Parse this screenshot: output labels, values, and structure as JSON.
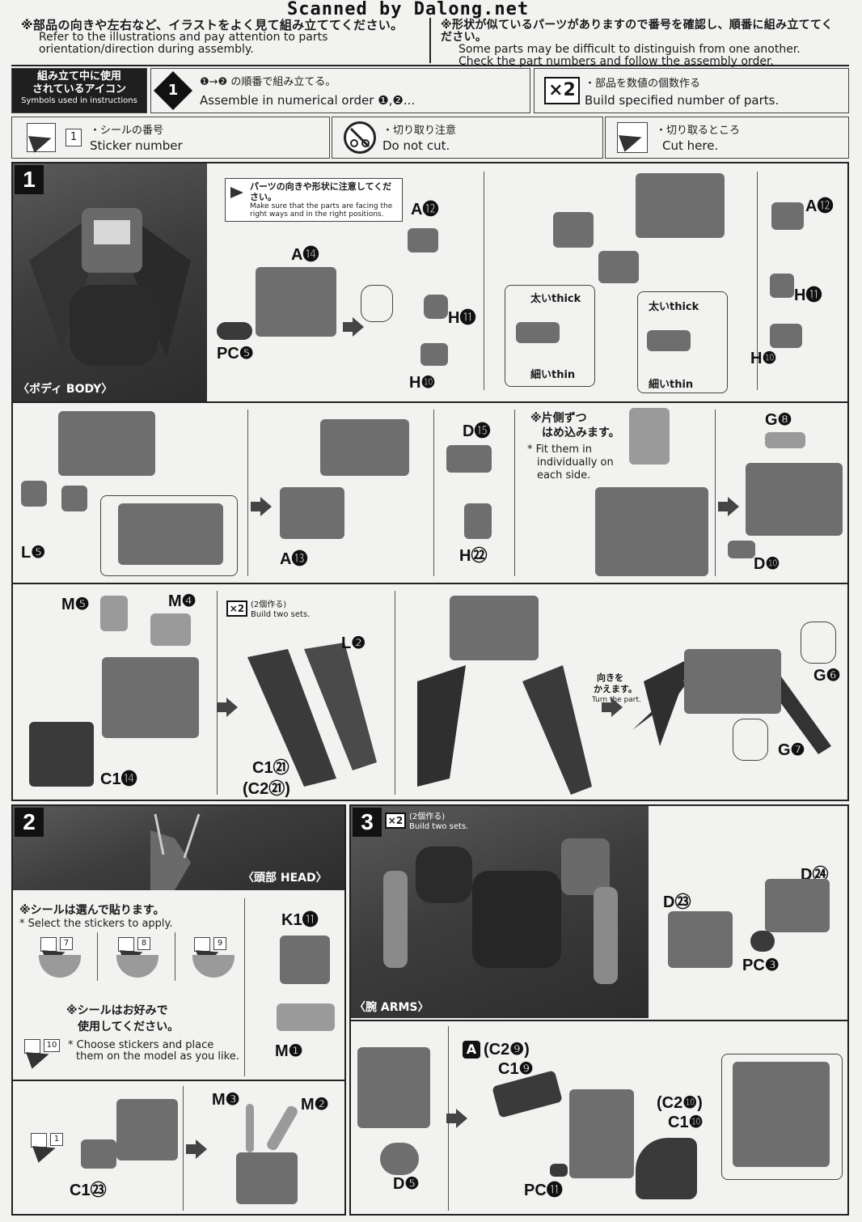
{
  "watermark": "Scanned by Dalong.net",
  "header": {
    "left_jp": "※部品の向きや左右など、イラストをよく見て組み立ててください。",
    "left_en_1": "Refer to the illustrations and pay attention to parts",
    "left_en_2": "orientation/direction during assembly.",
    "right_jp": "※形状が似ているパーツがありますので番号を確認し、順番に組み立ててください。",
    "right_en_1": "Some parts may be difficult to distinguish from one another.",
    "right_en_2": "Check the part numbers and follow the assembly order."
  },
  "legend": {
    "title_jp_1": "組み立て中に使用",
    "title_jp_2": "されているアイコン",
    "title_en": "Symbols used in instructions",
    "order_num": "1",
    "order_jp": "❶→❷ の順番で組み立てる。",
    "order_en": "Assemble in numerical order ❶,❷...",
    "x2_badge": "×2",
    "x2_jp": "・部品を数値の個数作る",
    "x2_en": "Build specified number of parts.",
    "sticker_num": "1",
    "sticker_jp": "・シールの番号",
    "sticker_en": "Sticker number",
    "nocut_jp": "・切り取り注意",
    "nocut_en": "Do not cut.",
    "cut_jp": "・切り取るところ",
    "cut_en": "Cut here."
  },
  "step1": {
    "number": "1",
    "photo_label": "〈ボディ BODY〉",
    "warn_jp": "パーツの向きや形状に注意してください。",
    "warn_en_1": "Make sure that the parts are facing the",
    "warn_en_2": "right ways and in the right positions.",
    "labels": {
      "A14": "A⓮",
      "PC5": "PC❺",
      "A12": "A⓬",
      "H11": "H⓫",
      "H10": "H❿",
      "A12b": "A⓬",
      "H11b": "H⓫",
      "H10b": "H❿",
      "thick": "太いthick",
      "thin": "細いthin",
      "thick2": "太いthick",
      "thin2": "細いthin",
      "L5": "L❺",
      "A13": "A⓭",
      "D15": "D⓯",
      "H22": "H㉒",
      "G8": "G❽",
      "D10": "D❿",
      "M5": "M❺",
      "M4": "M❹",
      "C114": "C1⓮",
      "L2": "L❷",
      "C121": "C1㉑",
      "C221": "(C2㉑)",
      "G6": "G❻",
      "G7": "G❼"
    },
    "side_jp_1": "※片側ずつ",
    "side_jp_2": "はめ込みます。",
    "side_en_1": "* Fit them in",
    "side_en_2": "individually on",
    "side_en_3": "each side.",
    "x2_badge": "×2",
    "x2_jp": "(2個作る)",
    "x2_en": "Build two sets.",
    "turn_jp_1": "向きを",
    "turn_jp_2": "かえます。",
    "turn_en": "Turn the part."
  },
  "step2": {
    "number": "2",
    "photo_label": "〈頭部 HEAD〉",
    "sel_jp": "※シールは選んで貼ります。",
    "sel_en": "* Select the stickers to apply.",
    "stickers": [
      "7",
      "8",
      "9"
    ],
    "opt_jp_1": "※シールはお好みで",
    "opt_jp_2": "使用してください。",
    "opt_sticker": "10",
    "opt_en_1": "* Choose stickers and place",
    "opt_en_2": "them on the model as you like.",
    "sub_sticker": "1",
    "labels": {
      "K111": "K1⓫",
      "M1": "M❶",
      "C123": "C1㉓",
      "M3": "M❸",
      "M2": "M❷"
    }
  },
  "step3": {
    "number": "3",
    "x2_badge": "×2",
    "x2_jp": "(2個作る)",
    "x2_en": "Build two sets.",
    "photo_label": "〈腕 ARMS〉",
    "labels": {
      "D24": "D㉔",
      "D23": "D㉓",
      "PC3": "PC❸",
      "A_mark": "A",
      "C29": "(C2❾)",
      "C19": "C1❾",
      "C210": "(C2❿)",
      "C110": "C1❿",
      "D5": "D❺",
      "PC11": "PC⓫"
    }
  }
}
